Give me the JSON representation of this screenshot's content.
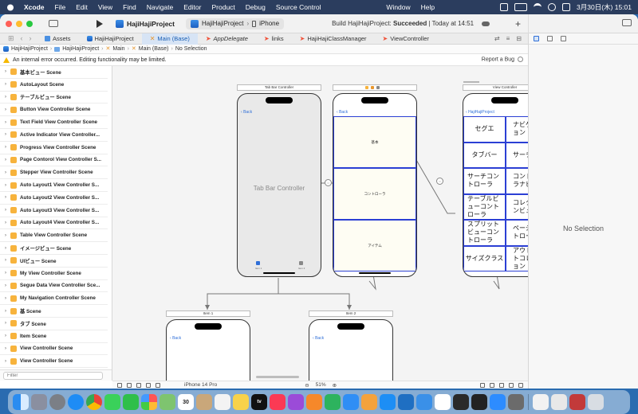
{
  "menubar": {
    "app": "Xcode",
    "items": [
      "File",
      "Edit",
      "View",
      "Find",
      "Navigate",
      "Editor",
      "Product",
      "Debug",
      "Source Control"
    ],
    "right_items": [
      "Window",
      "Help"
    ],
    "clock": "3月30日(木) 15:01"
  },
  "toolbar": {
    "project": "HajiHajiProject",
    "scheme_target": "HajiHajiProject",
    "scheme_device": "iPhone",
    "build_prefix": "Build HajiHajiProject:",
    "build_result": "Succeeded",
    "build_time": "| Today at 14:51"
  },
  "tabs": [
    {
      "label": "Assets",
      "icon": "folder-icon"
    },
    {
      "label": "HajiHajiProject",
      "icon": "app-icon"
    },
    {
      "label": "Main (Base)",
      "icon": "storyboard-icon",
      "active": true
    },
    {
      "label": "AppDelegate",
      "icon": "swift-icon"
    },
    {
      "label": "links",
      "icon": "swift-icon"
    },
    {
      "label": "HajiHajiClassManager",
      "icon": "swift-icon"
    },
    {
      "label": "ViewController",
      "icon": "swift-icon"
    }
  ],
  "breadcrumb": [
    "HajiHajiProject",
    "HajiHajiProject",
    "Main",
    "Main (Base)",
    "No Selection"
  ],
  "warning": {
    "message": "An internal error occurred. Editing functionality may be limited.",
    "report": "Report a Bug"
  },
  "outline": {
    "scenes": [
      "基本ビュー Scene",
      "AutoLayout Scene",
      "テーブルビュー Scene",
      "Button View Controller Scene",
      "Text Field View Controller Scene",
      "Active Indicator View Controller...",
      "Progress View Controller Scene",
      "Page Contorol View Controller S...",
      "Stepper View Controller Scene",
      "Auto Layout1 View Controller S...",
      "Auto Layout2 View Controller S...",
      "Auto Layout3 View Controller S...",
      "Auto Layout4 View Controller S...",
      "Table View Controller Scene",
      "イメージビュー Scene",
      "UIビュー Scene",
      "My View Controller Scene",
      "Segue Data View Controller Sce...",
      "My Navigation Controller Scene",
      "基 Scene",
      "タブ Scene",
      "Item Scene",
      "View Controller Scene",
      "View Controller Scene"
    ],
    "filter_placeholder": "Filter"
  },
  "canvas": {
    "tab_bar_title": "Tab Bar Controller",
    "tab_bar_label": "Tab Bar Controller",
    "tab_items": [
      "Item 1",
      "Item 2"
    ],
    "back": "Back",
    "nav_blocks": [
      "基本",
      "コントローラ",
      "アイテム"
    ],
    "vc_title": "View Controller",
    "vc_back": "HajiHajiProject",
    "grid": [
      [
        "セグエ",
        "ナビゲーション"
      ],
      [
        "タブバー",
        "サーチ"
      ],
      [
        "サーチコントローラ",
        "コントローラナビ"
      ],
      [
        "テーブルビューコントローラ",
        "コレクションビュー"
      ],
      [
        "スプリットビューコントローラ",
        "ページコントローラ"
      ],
      [
        "サイズクラス",
        "アウトレットコレクション"
      ]
    ],
    "item1_title": "Item 1",
    "item2_title": "Item 2"
  },
  "bottombar": {
    "device": "iPhone 14 Pro",
    "zoom": "51%"
  },
  "inspector": {
    "empty": "No Selection"
  },
  "colors": {
    "accent": "#2f6fd8",
    "cell_border": "#2b3fd4",
    "scene_icon": "#f7b33c"
  }
}
